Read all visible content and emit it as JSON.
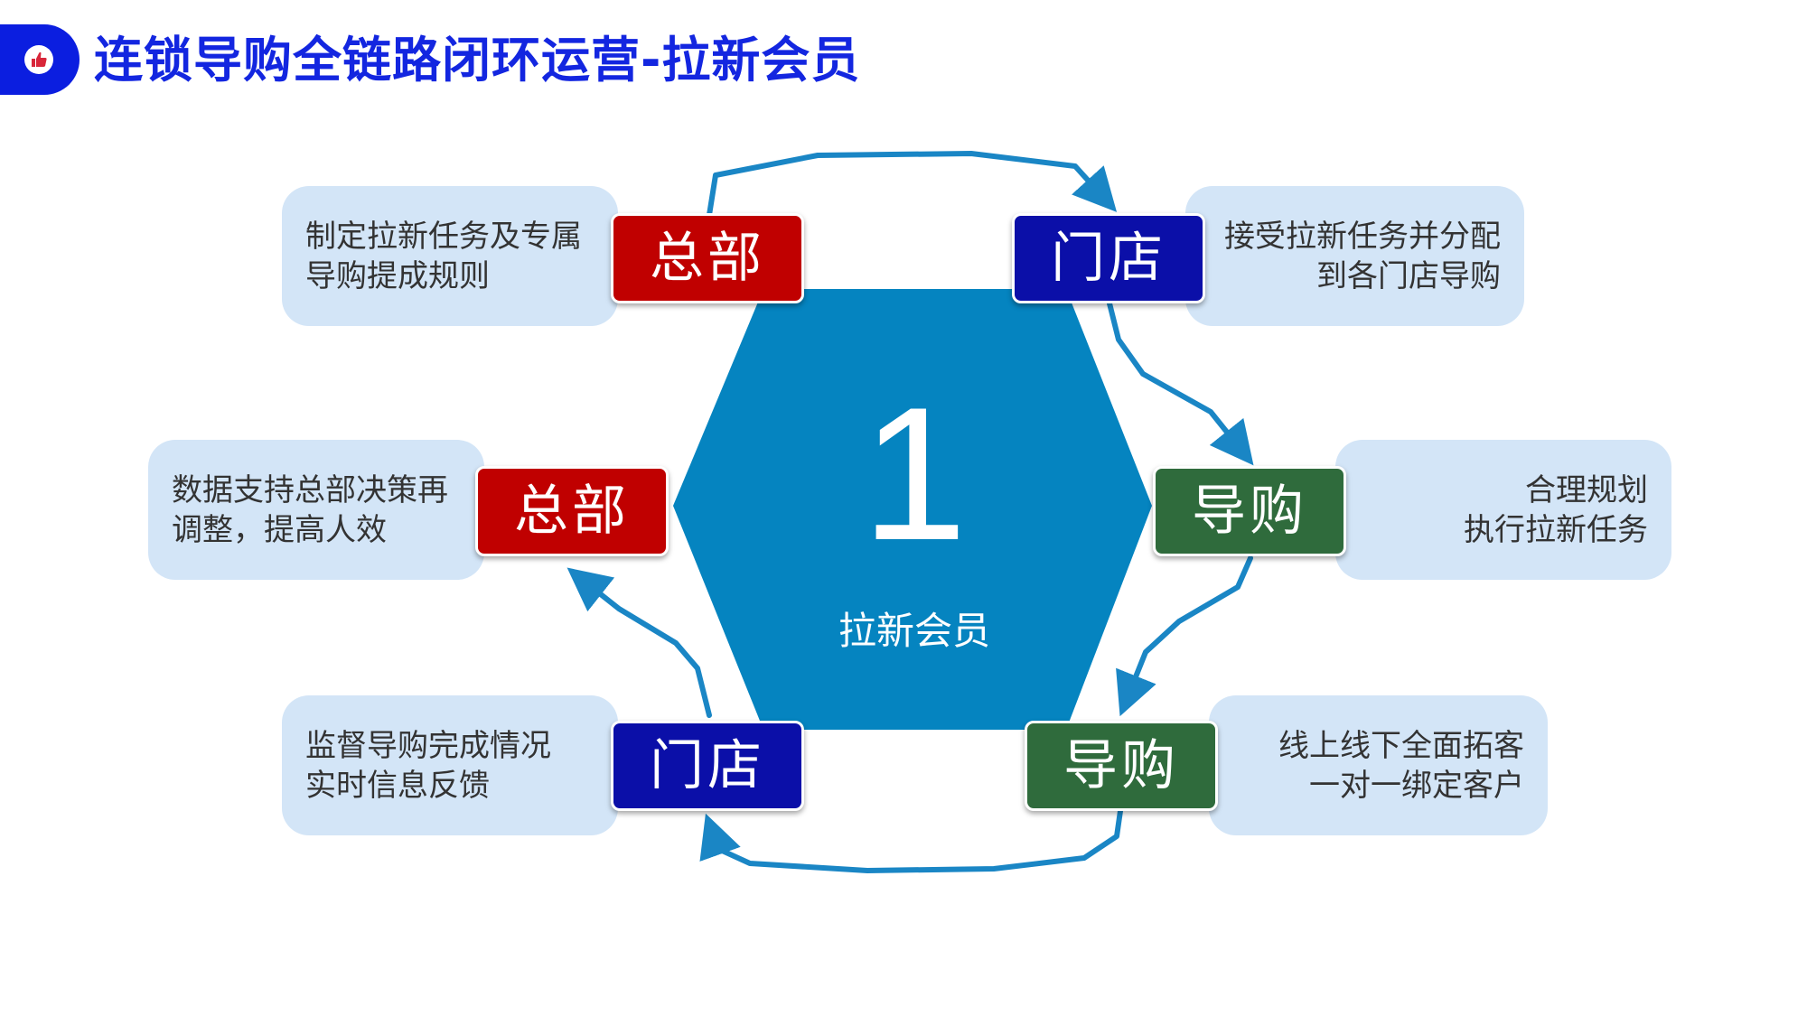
{
  "title": "连锁导购全链路闭环运营-拉新会员",
  "icon": "thumbs-up-icon",
  "hub": {
    "number": "1",
    "caption": "拉新会员"
  },
  "nodes": [
    {
      "label": "总部",
      "color": "#c00000",
      "description": [
        "制定拉新任务及专属",
        "导购提成规则"
      ]
    },
    {
      "label": "门店",
      "color": "#0b0fa8",
      "description": [
        "接受拉新任务并分配",
        "到各门店导购"
      ]
    },
    {
      "label": "导购",
      "color": "#2f6b3c",
      "description": [
        "合理规划",
        "执行拉新任务"
      ]
    },
    {
      "label": "导购",
      "color": "#2f6b3c",
      "description": [
        "线上线下全面拓客",
        "一对一绑定客户"
      ]
    },
    {
      "label": "门店",
      "color": "#0b0fa8",
      "description": [
        "监督导购完成情况",
        "实时信息反馈"
      ]
    },
    {
      "label": "总部",
      "color": "#c00000",
      "description": [
        "数据支持总部决策再",
        "调整，提高人效"
      ]
    }
  ],
  "colors": {
    "hexagon": "#0584c0",
    "arrow": "#1a86c5",
    "description_bg": "#d3e5f7",
    "title": "#1326e0"
  }
}
